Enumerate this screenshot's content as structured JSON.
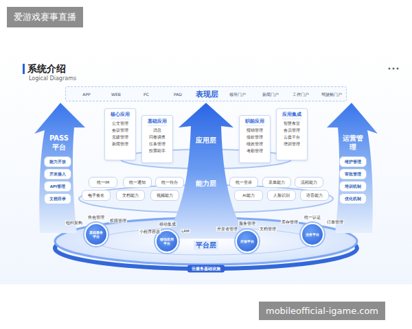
{
  "diagram": {
    "title": "系统介绍",
    "nodes": [
      {
        "text": [
          "APP",
          "WEB",
          "PC",
          "PAD",
          "表现层",
          "领导门户",
          "新闻门户",
          "工作门户",
          "驾驶舱门户"
        ]
      },
      {
        "text": [
          "PASS 平台"
        ]
      },
      {
        "text": [
          "能力开放"
        ],
        "in": 1
      },
      {
        "text": [
          "开发接入"
        ],
        "in": 1
      },
      {
        "text": [
          "API管理"
        ],
        "in": 1
      },
      {
        "text": [
          "文档目录"
        ],
        "in": 1
      },
      {
        "text": [
          "运营管理"
        ]
      },
      {
        "text": [
          "维护管理"
        ],
        "in": 6
      },
      {
        "text": [
          "审批管理"
        ],
        "in": 6
      },
      {
        "text": [
          "培训机制"
        ],
        "in": 6
      },
      {
        "text": [
          "优化机制"
        ],
        "in": 6
      },
      {
        "text": [
          "应用层",
          "能力层"
        ]
      },
      {
        "text": [
          "核心应用",
          "公文管理",
          "会议管理",
          "党建管理",
          "新闻管理"
        ]
      },
      {
        "text": [
          "基础应用",
          "消息",
          "问卷调查",
          "任务管理",
          "投票助手"
        ]
      },
      {
        "text": [
          "职能应用",
          "报销管理",
          "借款管理",
          "绩效管理",
          "考勤管理"
        ]
      },
      {
        "text": [
          "应用集成",
          "智慧食堂",
          "会员管理",
          "云盘平台",
          "培训管理"
        ]
      },
      {
        "text": [
          "统一IM"
        ]
      },
      {
        "text": [
          "统一通知"
        ]
      },
      {
        "text": [
          "统一待办"
        ]
      },
      {
        "text": [
          "统一登录"
        ]
      },
      {
        "text": [
          "表单能力"
        ]
      },
      {
        "text": [
          "流程能力"
        ]
      },
      {
        "text": [
          "电子签名"
        ]
      },
      {
        "text": [
          "文档能力"
        ]
      },
      {
        "text": [
          "视频能力"
        ]
      },
      {
        "text": [
          "AI能力"
        ]
      },
      {
        "text": [
          "人脸识别"
        ]
      },
      {
        "text": [
          "语音能力"
        ]
      },
      {
        "text": [
          "基础服务平台"
        ]
      },
      {
        "text": [
          "移动应用平台"
        ]
      },
      {
        "text": [
          "开放平台"
        ]
      },
      {
        "text": [
          "业务平台"
        ]
      }
    ],
    "labels": [
      "爱游戏赛事直播",
      "Logical Diagrams",
      "平台层",
      "组织架构",
      "角色管理",
      "权限管理",
      "小程序容器",
      "移动集成",
      "LAM",
      "开发者管理",
      "服务管理",
      "文档管理",
      "库存管理",
      "统一认证",
      "订单管理",
      "云服务基础设施",
      "mobileofficial-igame.com"
    ]
  }
}
